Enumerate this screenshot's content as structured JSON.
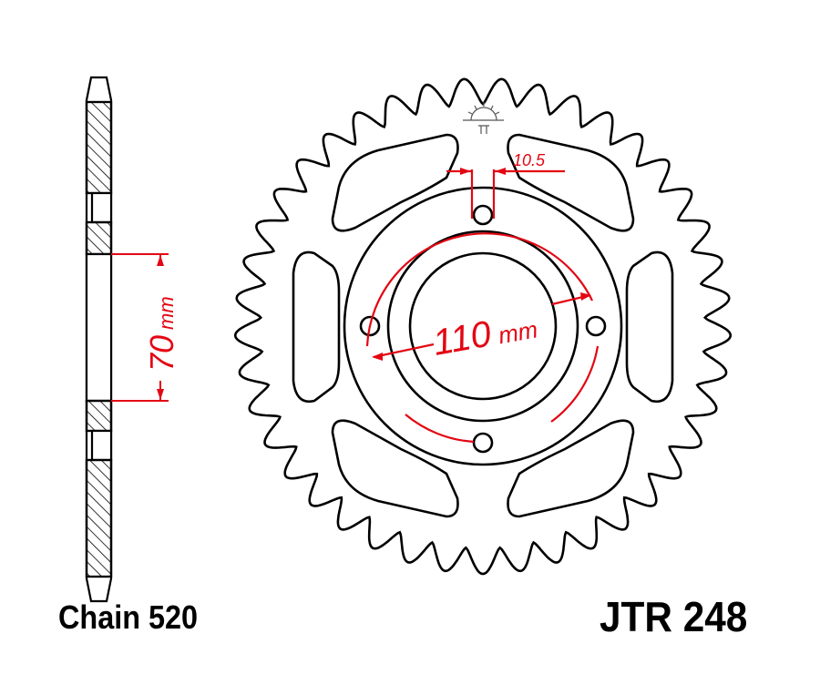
{
  "drawing": {
    "part_number": "JTR 248",
    "chain_label": "Chain 520",
    "dimensions": {
      "center_bore": {
        "value": "70",
        "unit": "mm"
      },
      "bolt_circle": {
        "value": "110",
        "unit": "mm"
      },
      "bolt_hole": {
        "value": "10.5"
      }
    },
    "teeth_count_drawn": 41,
    "bolt_holes": 4,
    "colors": {
      "outline": "#000000",
      "dimension": "#e30613",
      "background": "#ffffff"
    }
  }
}
